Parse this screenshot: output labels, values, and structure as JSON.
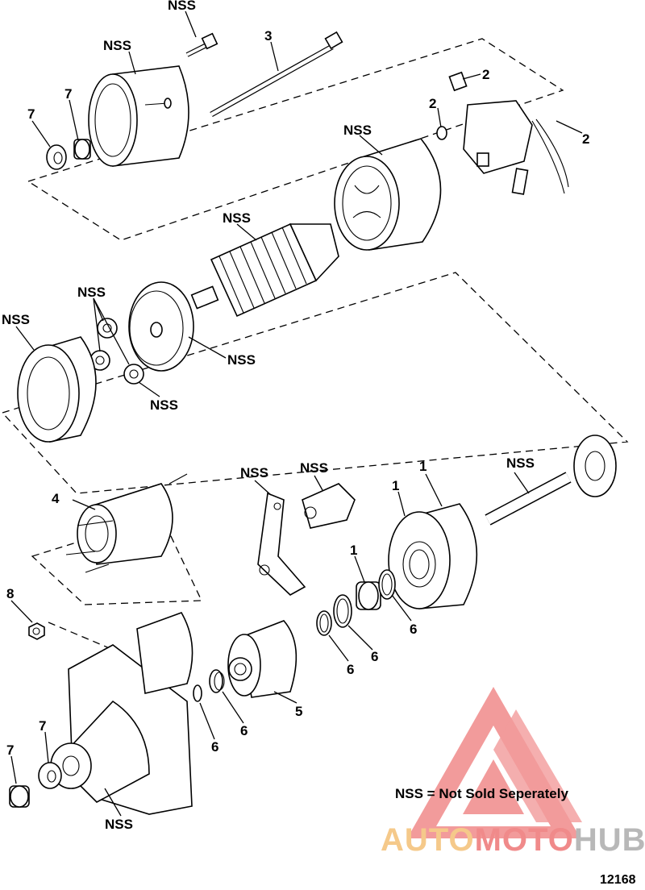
{
  "labels": {
    "nss": "NSS",
    "p1": "1",
    "p2": "2",
    "p3": "3",
    "p4": "4",
    "p5": "5",
    "p6": "6",
    "p7": "7",
    "p8": "8"
  },
  "legend": "NSS = Not Sold Seperately",
  "figure_number": "12168",
  "watermark": {
    "auto": "AUTO",
    "moto": "MOTO",
    "hub": "HUB",
    "color_auto": "#f5c98a",
    "color_moto": "#f08a8a",
    "color_hub": "#b8b8b8"
  }
}
